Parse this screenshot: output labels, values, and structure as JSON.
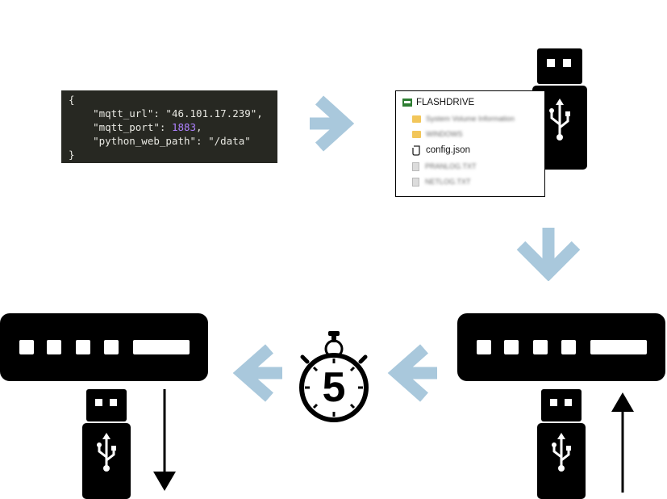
{
  "code_panel": {
    "line1": "{",
    "line2_key": "    \"mqtt_url\": ",
    "line2_val": "\"46.101.17.239\",",
    "line3_key": "    \"mqtt_port\": ",
    "line3_num": "1883",
    "line3_end": ",",
    "line4_key": "    \"python_web_path\": ",
    "line4_val": "\"/data\"",
    "line5": "}"
  },
  "explorer": {
    "drive_label": "FLASHDRIVE",
    "items": [
      {
        "name": "System Volume Information",
        "type": "folder",
        "blurred": true
      },
      {
        "name": "WINDOWS",
        "type": "folder",
        "blurred": true
      },
      {
        "name": "config.json",
        "type": "json-file",
        "blurred": false
      },
      {
        "name": "PRANLOG.TXT",
        "type": "file",
        "blurred": true
      },
      {
        "name": "NETLOG.TXT",
        "type": "file",
        "blurred": true
      }
    ]
  },
  "timer": {
    "value": "5"
  },
  "colors": {
    "arrow": "#a9c8dc",
    "device": "#000000",
    "code_bg": "#272822",
    "code_number": "#ae81ff",
    "folder": "#f2c65a"
  },
  "icons": {
    "flow_arrows": "chevron-arrow-icon",
    "usb": "usb-icon",
    "drive": "drive-icon",
    "stopwatch": "stopwatch-icon"
  }
}
